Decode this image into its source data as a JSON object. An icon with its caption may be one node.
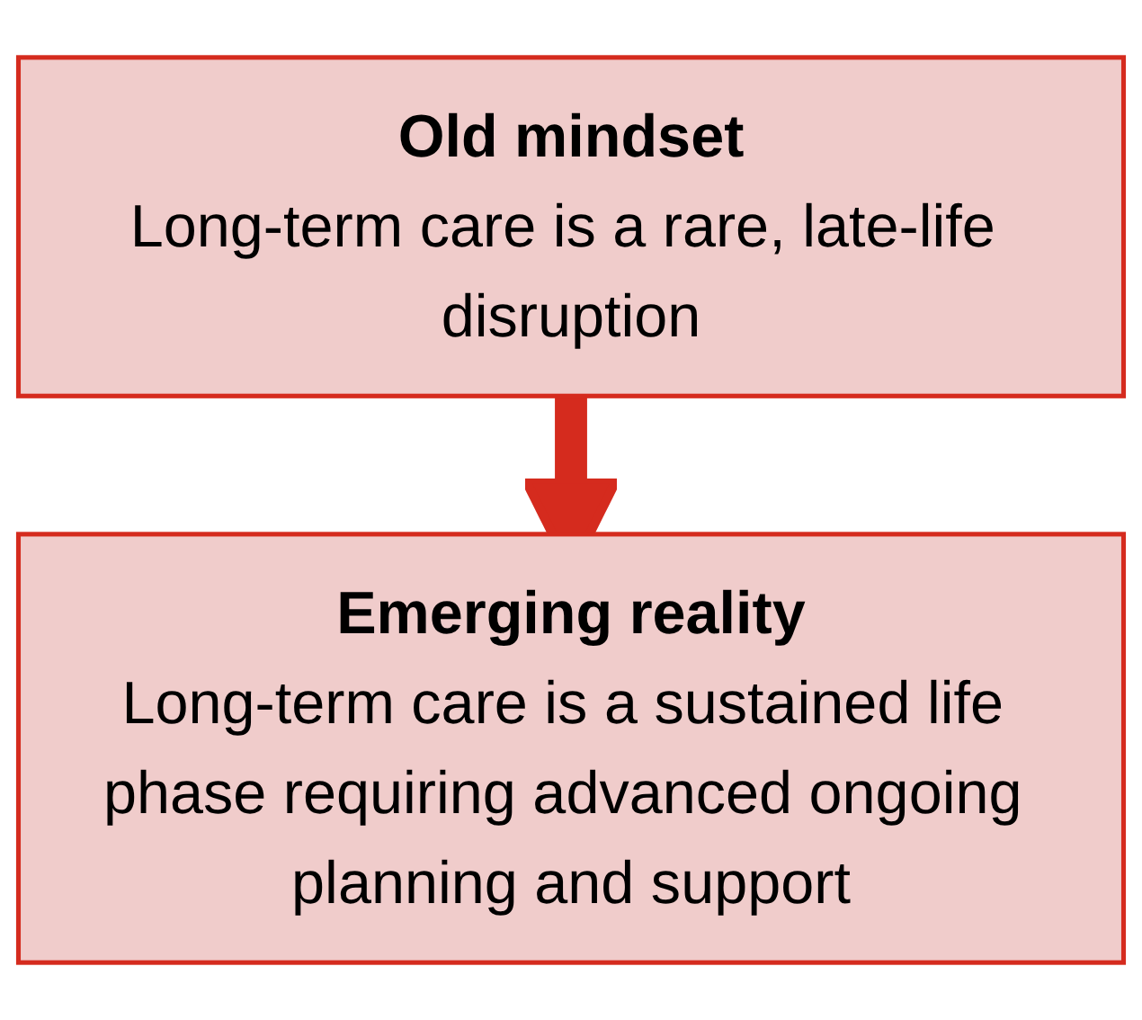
{
  "diagram": {
    "nodes": [
      {
        "text": [
          "Old mindset",
          "Long-term care is a rare, late-life disruption"
        ]
      },
      {
        "text": [
          "Emerging reality",
          "Long-term care is a sustained life phase requiring advanced ongoing planning and support"
        ]
      }
    ],
    "edges": [
      {
        "from": 0,
        "to": 1,
        "arrow": "to",
        "color": "#d52b1e"
      }
    ]
  }
}
